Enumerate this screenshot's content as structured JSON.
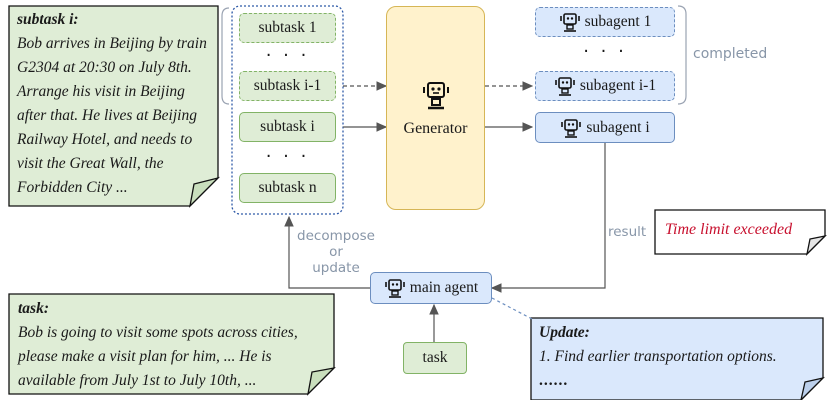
{
  "subtask_note": {
    "title": "subtask i:",
    "body": "Bob arrives in Beijing by train G2304 at 20:30 on July 8th. Arrange his visit in Beijing after that. He lives at Beijing Railway Hotel, and needs to visit the Great Wall, the Forbidden City ..."
  },
  "task_note": {
    "title": "task:",
    "body": "Bob is going to visit some spots across cities, please make a visit plan for him, ... He is available from July 1st to July 10th, ..."
  },
  "update_note": {
    "title": "Update:",
    "line1": "1. Find earlier transportation options.",
    "dots": "......"
  },
  "result_note": {
    "text": "Time limit exceeded"
  },
  "subtasks": {
    "s1": "subtask 1",
    "s_im1": "subtask i-1",
    "s_i": "subtask i",
    "s_n": "subtask n",
    "dots": "· · ·"
  },
  "generator": {
    "label": "Generator"
  },
  "subagents": {
    "a1": "subagent 1",
    "a_im1": "subagent i-1",
    "a_i": "subagent i",
    "dots": "· · ·"
  },
  "labels": {
    "completed": "completed",
    "result": "result",
    "decompose": "decompose",
    "or": "or",
    "update": "update"
  },
  "main_agent": {
    "label": "main agent"
  },
  "task_box": {
    "label": "task"
  },
  "icons": [
    "robot-icon"
  ],
  "colors": {
    "green_fill": "#dfedd6",
    "green_border": "#82b366",
    "blue_fill": "#dae8fc",
    "blue_border": "#6c8ebf",
    "yellow_fill": "#fff2cc",
    "yellow_border": "#d6b656",
    "red_text": "#c8102e",
    "gray_label": "#8896a8"
  }
}
